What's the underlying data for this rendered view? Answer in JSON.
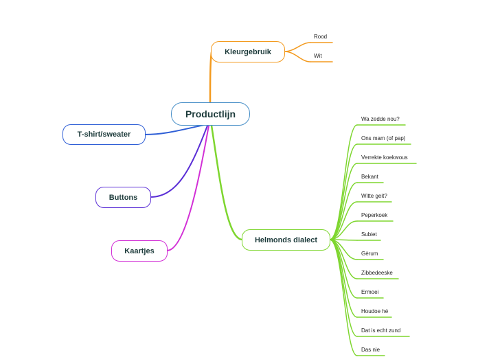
{
  "root": {
    "label": "Productlijn",
    "color": "#4a90c8"
  },
  "branches": [
    {
      "id": "kleurgebruik",
      "label": "Kleurgebruik",
      "color": "#f39a1e",
      "leaves": [
        "Rood",
        "Wit"
      ]
    },
    {
      "id": "tshirt",
      "label": "T-shirt/sweater",
      "color": "#2f5fd6",
      "leaves": []
    },
    {
      "id": "buttons",
      "label": "Buttons",
      "color": "#5b2fd6",
      "leaves": []
    },
    {
      "id": "kaartjes",
      "label": "Kaartjes",
      "color": "#d22fd6",
      "leaves": []
    },
    {
      "id": "helmonds",
      "label": "Helmonds dialect",
      "color": "#7ed62f",
      "leaves": [
        "Wa zedde nou?",
        "Ons mam (of pap)",
        "Verrekte koekwous",
        "Bekant",
        "Witte geit?",
        "Peperkoek",
        "Subiet",
        "Gèrum",
        "Zibbedeeske",
        "Ermoei",
        "Houdoe hé",
        "Dat is echt zund",
        "Das nie"
      ]
    }
  ]
}
